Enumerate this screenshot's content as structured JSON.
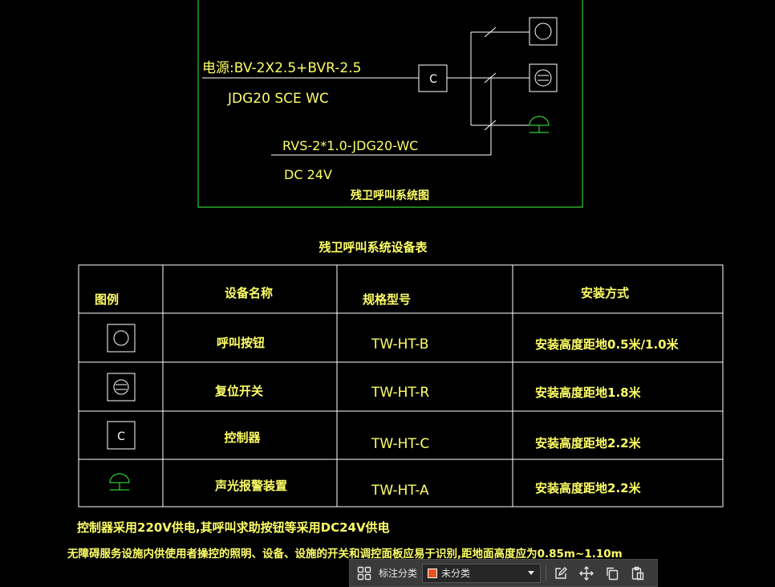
{
  "diagram": {
    "power_line": "电源:BV-2X2.5+BVR-2.5",
    "power_conduit": "JDG20  SCE  WC",
    "controller_letter": "C",
    "signal_line": "RVS-2*1.0-JDG20-WC",
    "signal_voltage": "DC   24V",
    "diagram_title": "残卫呼叫系统图"
  },
  "table": {
    "title": "残卫呼叫系统设备表",
    "headers": [
      "图例",
      "设备名称",
      "规格型号",
      "安装方式"
    ],
    "rows": [
      {
        "symbol": "call-button",
        "name": "呼叫按钮",
        "model": "TW-HT-B",
        "install": "安装高度距地0.5米/1.0米"
      },
      {
        "symbol": "reset-switch",
        "name": "复位开关",
        "model": "TW-HT-R",
        "install": "安装高度距地1.8米"
      },
      {
        "symbol": "controller",
        "name": "控制器",
        "model": "TW-HT-C",
        "install": "安装高度距地2.2米"
      },
      {
        "symbol": "alarm",
        "name": "声光报警装置",
        "model": "TW-HT-A",
        "install": "安装高度距地2.2米"
      }
    ]
  },
  "notes": {
    "note1": "控制器采用220V供电,其呼叫求助按钮等采用DC24V供电",
    "note2": "无障碍服务设施内供使用者操控的照明、设备、设施的开关和调控面板应易于识别,距地面高度应为0.85m~1.10m"
  },
  "toolbar": {
    "category_label": "标注分类",
    "selected_category": "未分类",
    "category_color": "#e8531f"
  }
}
